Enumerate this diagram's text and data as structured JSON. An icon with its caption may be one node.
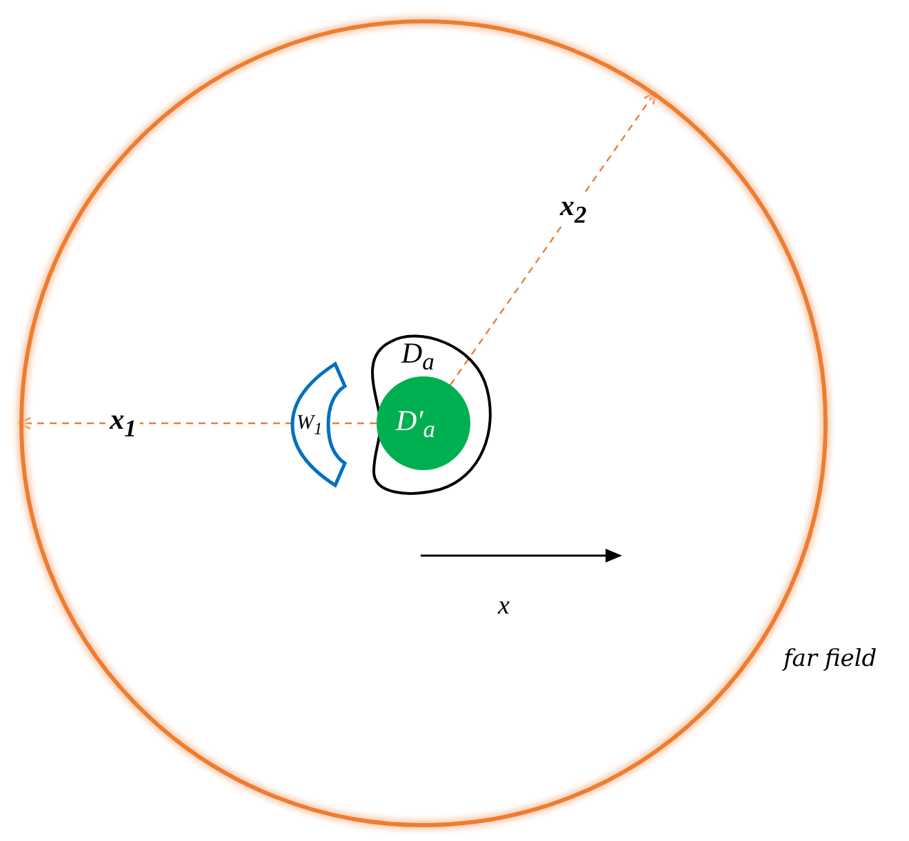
{
  "diagram": {
    "nodes": [
      {
        "text": [],
        "shape": "circle",
        "beside": [
          "far field"
        ]
      },
      {
        "text": [
          "D$_{a}$"
        ],
        "in": 0
      },
      {
        "text": [
          "D′$_{a}$"
        ],
        "in": 1
      },
      {
        "text": [
          "W$_{1}$"
        ],
        "in": 0
      }
    ],
    "edges": [
      {
        "from": 2,
        "to": 3,
        "arrow": "none",
        "style": "dashed"
      },
      {
        "from": 3,
        "to": 0,
        "arrow": "to",
        "style": "dashed",
        "label": "x$_{1}$"
      },
      {
        "from": 2,
        "to": 0,
        "arrow": "to",
        "style": "dashed",
        "label": "x$_{2}$"
      }
    ],
    "labels": [
      "x"
    ]
  }
}
